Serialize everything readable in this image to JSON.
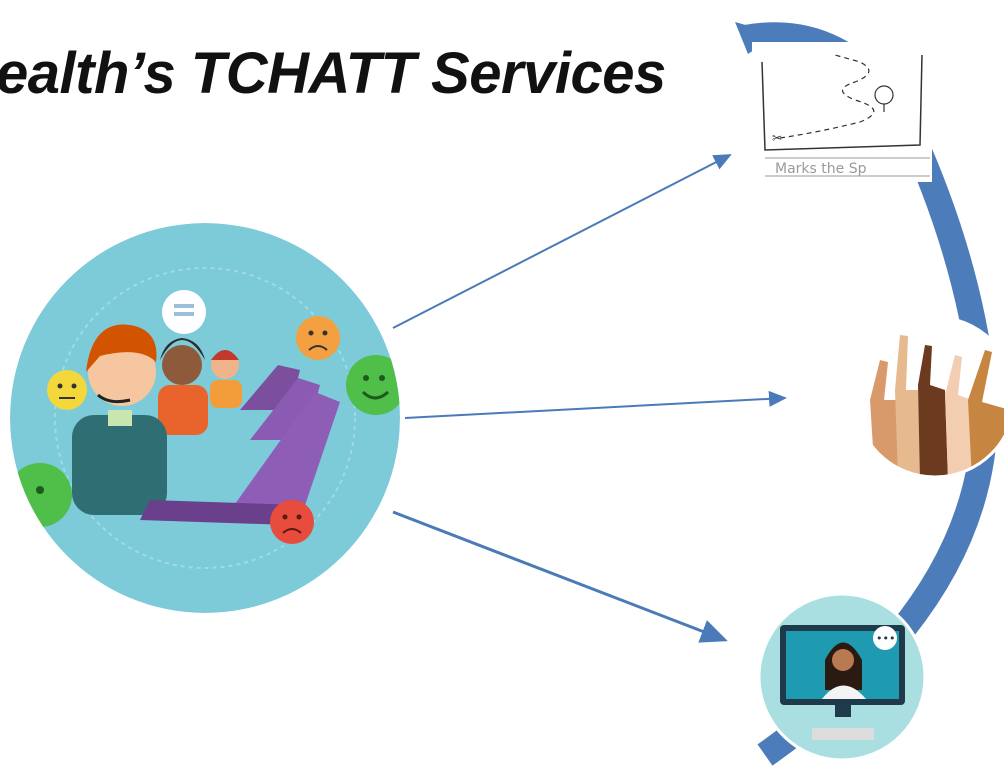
{
  "slide": {
    "title": "ealth’s TCHATT Services"
  },
  "left_circle": {
    "label": "call-center-illustration"
  },
  "right_items": [
    {
      "name": "treasure-map-image",
      "caption": "Marks the Sp"
    },
    {
      "name": "raised-hands-image"
    },
    {
      "name": "telehealth-image"
    }
  ],
  "colors": {
    "arrow": "#4a7ab8",
    "arc": "#4d7cba",
    "circle_bg": "#7dcad9"
  }
}
